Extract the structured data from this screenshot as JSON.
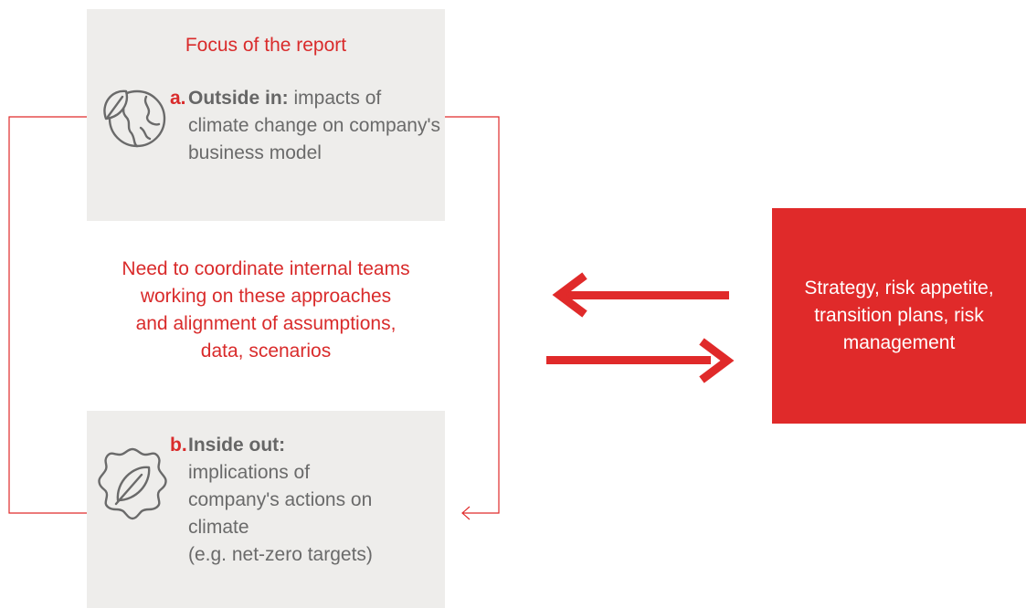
{
  "focus": {
    "title": "Focus of the report"
  },
  "item_a": {
    "letter": "a.",
    "heading": "Outside in:",
    "text": "impacts of climate change on company's business model",
    "icon": "globe-leaf-icon"
  },
  "item_b": {
    "letter": "b.",
    "heading": "Inside out:",
    "line1": "implications of",
    "line2": "company's actions on",
    "line3": "climate",
    "line4": "(e.g. net-zero targets)",
    "icon": "leaf-badge-icon"
  },
  "coordination": {
    "line1": "Need to coordinate internal teams",
    "line2": "working on these approaches",
    "line3": "and alignment of assumptions,",
    "line4": "data, scenarios"
  },
  "strategy": {
    "text": "Strategy, risk appetite, transition plans, risk management"
  },
  "colors": {
    "accent": "#e02a2a",
    "panel": "#eeedeb",
    "body_text": "#6a6a6a"
  }
}
